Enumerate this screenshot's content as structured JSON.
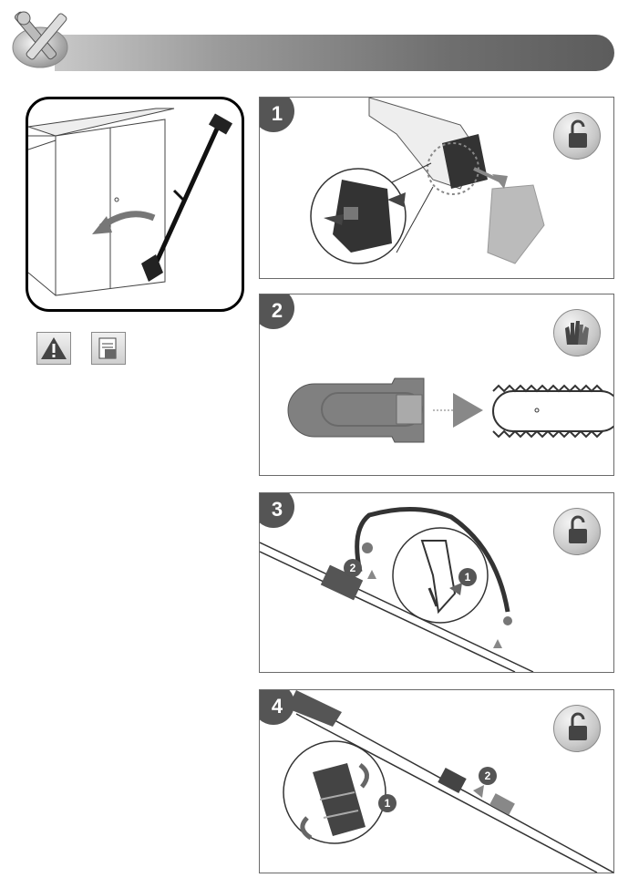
{
  "steps": [
    {
      "number": "1",
      "icon": "unlock-icon"
    },
    {
      "number": "2",
      "icon": "gloves-icon"
    },
    {
      "number": "3",
      "icon": "unlock-icon"
    },
    {
      "number": "4",
      "icon": "unlock-icon"
    }
  ],
  "substep_labels": {
    "step3_a": "1",
    "step3_b": "2",
    "step4_a": "1",
    "step4_b": "2"
  },
  "colors": {
    "badge": "#555555",
    "header_dark": "#5c5c5c",
    "line": "#333333",
    "blade_gray": "#808080"
  }
}
